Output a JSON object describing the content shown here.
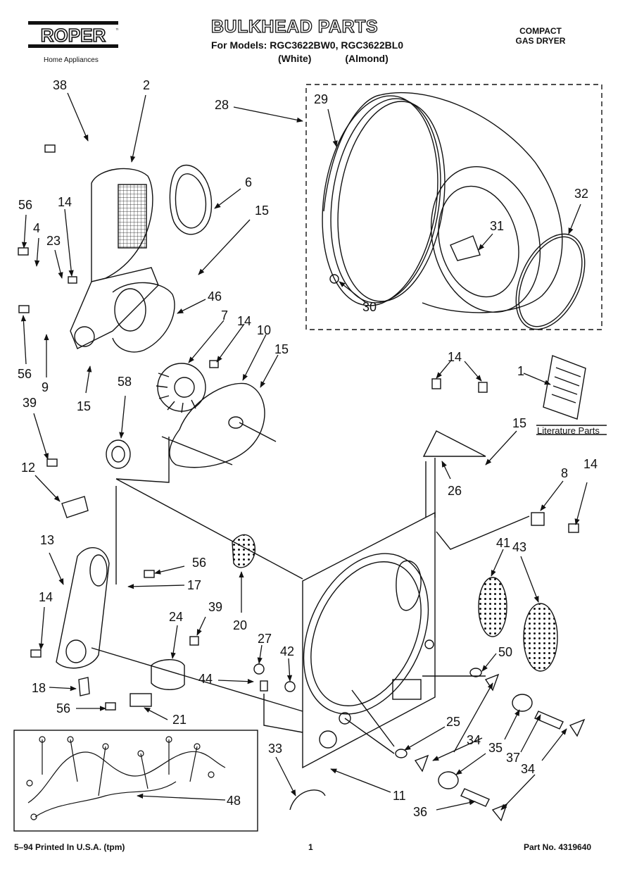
{
  "header": {
    "brand": "ROPER",
    "brand_tm": "™",
    "brand_sub": "Home Appliances",
    "title": "BULKHEAD PARTS",
    "models": "For Models: RGC3622BW0, RGC3622BL0",
    "color_white": "(White)",
    "color_almond": "(Almond)",
    "product_line1": "COMPACT",
    "product_line2": "GAS DRYER"
  },
  "diagram": {
    "literature_label": "Literature Parts",
    "callouts": {
      "c38": "38",
      "c2": "2",
      "c28": "28",
      "c29": "29",
      "c6": "6",
      "c15a": "15",
      "c56a": "56",
      "c4": "4",
      "c14a": "14",
      "c23": "23",
      "c46": "46",
      "c7": "7",
      "c14b": "14",
      "c10": "10",
      "c15b": "15",
      "c56b": "56",
      "c9": "9",
      "c15c": "15",
      "c58": "58",
      "c39a": "39",
      "c12": "12",
      "c31": "31",
      "c32": "32",
      "c30": "30",
      "c14c": "14",
      "c1": "1",
      "c15d": "15",
      "c26": "26",
      "c8": "8",
      "c14d": "14",
      "c13": "13",
      "c56c": "56",
      "c17": "17",
      "c14e": "14",
      "c20": "20",
      "c41": "41",
      "c43": "43",
      "c24": "24",
      "c39b": "39",
      "c27": "27",
      "c42": "42",
      "c50": "50",
      "c18": "18",
      "c44": "44",
      "c56d": "56",
      "c21": "21",
      "c25": "25",
      "c34a": "34",
      "c35": "35",
      "c33": "33",
      "c37": "37",
      "c34b": "34",
      "c48": "48",
      "c11": "11",
      "c36": "36"
    }
  },
  "footer": {
    "printed": "5–94 Printed In U.S.A. (tpm)",
    "page": "1",
    "part_no": "Part No. 4319640"
  }
}
